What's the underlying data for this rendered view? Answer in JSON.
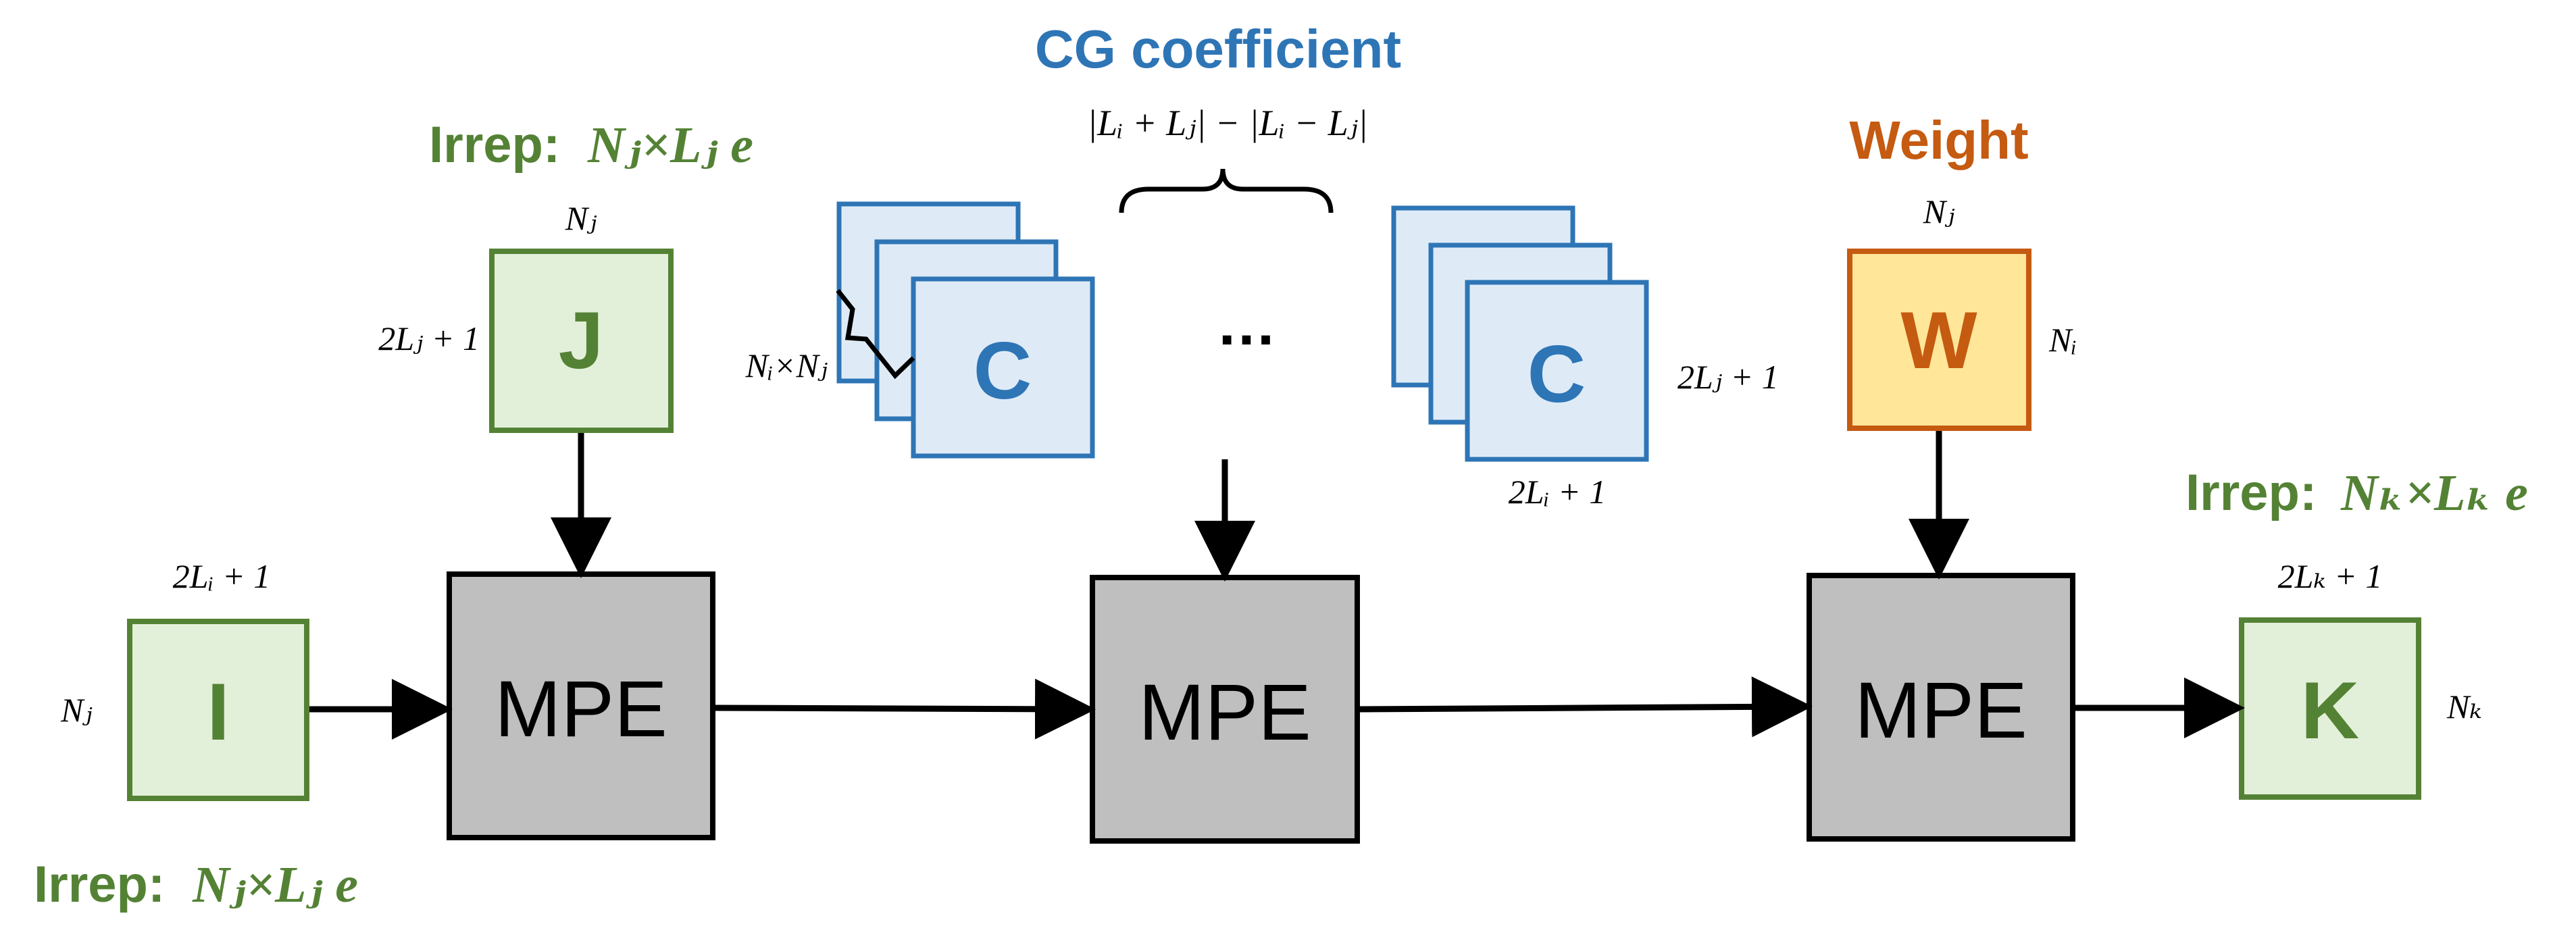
{
  "colors": {
    "green_stroke": "#548235",
    "green_fill": "#e2f0d9",
    "blue_stroke": "#2e75b6",
    "blue_fill": "#deebf7",
    "orange_stroke": "#c55a11",
    "orange_fill": "#ffe699",
    "mpe_fill": "#bfbfbf",
    "mpe_stroke": "#000000",
    "green_text": "#548235",
    "blue_text": "#2e75b6",
    "orange_text": "#c55a11"
  },
  "titles": {
    "cg_coefficient": "CG coefficient",
    "weight": "Weight",
    "irrep_prefix": "Irrep: ",
    "irrep_j": "Nⱼ×Lⱼ e",
    "irrep_k": "Nₖ×Lₖ e",
    "irrep_i": "Nⱼ×Lⱼ e"
  },
  "boxes": {
    "j": "J",
    "i": "I",
    "c1": "C",
    "c2": "C",
    "w": "W",
    "k": "K",
    "mpe1": "MPE",
    "mpe2": "MPE",
    "mpe3": "MPE"
  },
  "labels": {
    "cg_range": "|Lᵢ + Lⱼ| − |Lᵢ − Lⱼ|",
    "ellipsis": "…",
    "j_top": "Nⱼ",
    "j_left": "2Lⱼ + 1",
    "i_top": "2Lᵢ + 1",
    "i_left": "Nⱼ",
    "c_left": "Nᵢ×Nⱼ",
    "c_right": "2Lⱼ + 1",
    "c_bottom": "2Lᵢ + 1",
    "w_top": "Nⱼ",
    "w_right": "Nᵢ",
    "k_top": "2Lₖ + 1",
    "k_right": "Nₖ"
  }
}
